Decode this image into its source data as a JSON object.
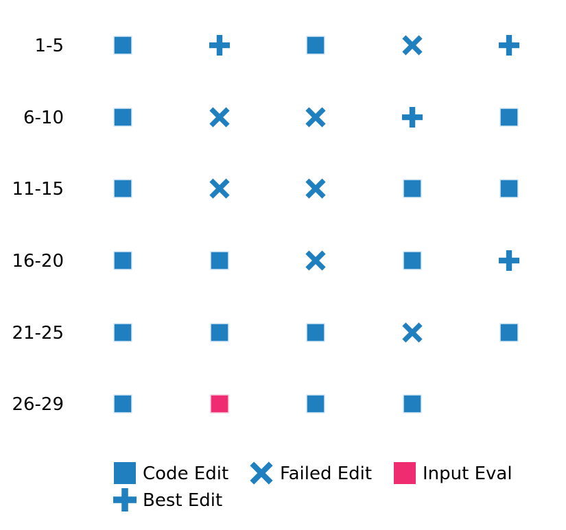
{
  "chart_data": {
    "type": "scatter",
    "title": "",
    "xlabel": "",
    "ylabel": "",
    "columns": 5,
    "row_labels": [
      "1-5",
      "6-10",
      "11-15",
      "16-20",
      "21-25",
      "26-29"
    ],
    "legend": {
      "placement": "bottom",
      "entries": [
        {
          "key": "code_edit",
          "label": "Code Edit",
          "marker": "square",
          "color": "#1f7fbf"
        },
        {
          "key": "failed_edit",
          "label": "Failed Edit",
          "marker": "x",
          "color": "#1f7fbf"
        },
        {
          "key": "input_eval",
          "label": "Input Eval",
          "marker": "square",
          "color": "#ee2c6f"
        },
        {
          "key": "best_edit",
          "label": "Best Edit",
          "marker": "plus",
          "color": "#1f7fbf"
        }
      ]
    },
    "grid": false,
    "points": [
      {
        "step": 1,
        "type": "code_edit"
      },
      {
        "step": 2,
        "type": "best_edit"
      },
      {
        "step": 3,
        "type": "code_edit"
      },
      {
        "step": 4,
        "type": "failed_edit"
      },
      {
        "step": 5,
        "type": "best_edit"
      },
      {
        "step": 6,
        "type": "code_edit"
      },
      {
        "step": 7,
        "type": "failed_edit"
      },
      {
        "step": 8,
        "type": "failed_edit"
      },
      {
        "step": 9,
        "type": "best_edit"
      },
      {
        "step": 10,
        "type": "code_edit"
      },
      {
        "step": 11,
        "type": "code_edit"
      },
      {
        "step": 12,
        "type": "failed_edit"
      },
      {
        "step": 13,
        "type": "failed_edit"
      },
      {
        "step": 14,
        "type": "code_edit"
      },
      {
        "step": 15,
        "type": "code_edit"
      },
      {
        "step": 16,
        "type": "code_edit"
      },
      {
        "step": 17,
        "type": "code_edit"
      },
      {
        "step": 18,
        "type": "failed_edit"
      },
      {
        "step": 19,
        "type": "code_edit"
      },
      {
        "step": 20,
        "type": "best_edit"
      },
      {
        "step": 21,
        "type": "code_edit"
      },
      {
        "step": 22,
        "type": "code_edit"
      },
      {
        "step": 23,
        "type": "code_edit"
      },
      {
        "step": 24,
        "type": "failed_edit"
      },
      {
        "step": 25,
        "type": "code_edit"
      },
      {
        "step": 26,
        "type": "code_edit"
      },
      {
        "step": 27,
        "type": "input_eval"
      },
      {
        "step": 28,
        "type": "code_edit"
      },
      {
        "step": 29,
        "type": "code_edit"
      }
    ]
  }
}
